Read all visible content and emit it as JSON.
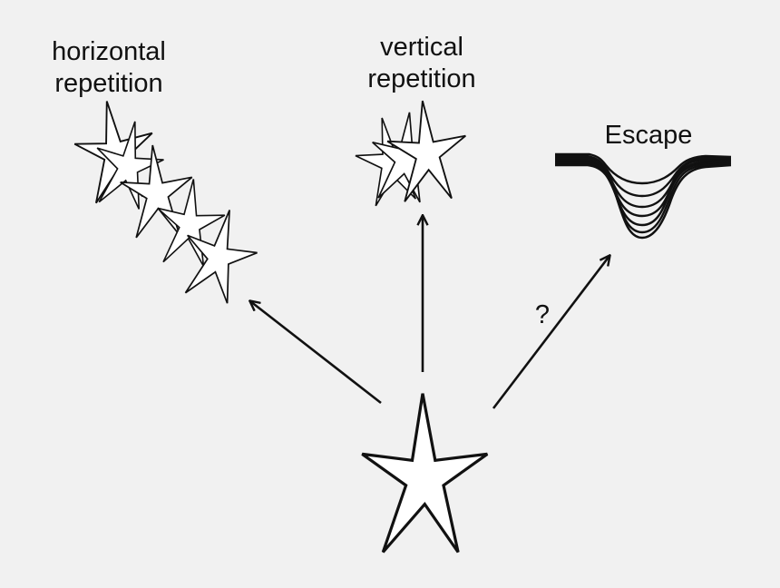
{
  "labels": {
    "horizontal_line1": "horizontal",
    "horizontal_line2": "repetition",
    "vertical_line1": "vertical",
    "vertical_line2": "repetition",
    "escape": "Escape",
    "question": "?"
  },
  "colors": {
    "background": "#f1f1f1",
    "stroke": "#111111",
    "fill": "#ffffff"
  },
  "icons": {
    "source": "starfish-icon",
    "horizontal": "starfish-horizontal-repetition-icon",
    "vertical": "starfish-vertical-repetition-icon",
    "escape": "escape-trough-icon"
  }
}
